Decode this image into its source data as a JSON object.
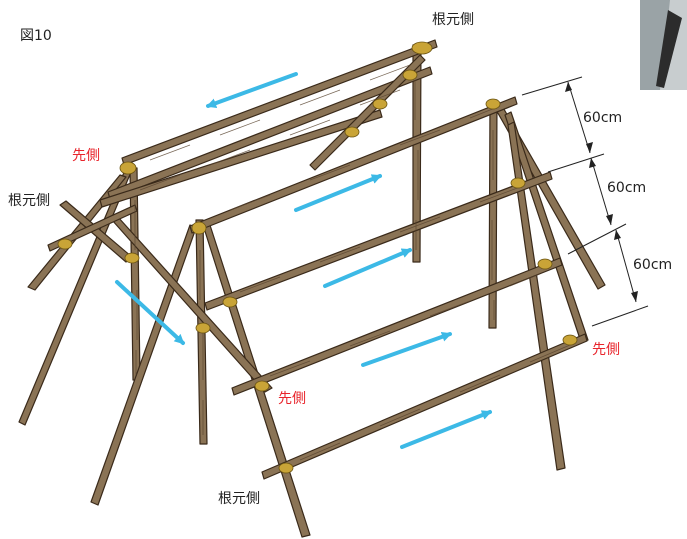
{
  "figure": {
    "title": "図10",
    "labels": {
      "root_top": "根元側",
      "root_left": "根元側",
      "root_bottom": "根元側",
      "tip_left": "先側",
      "tip_middle": "先側",
      "tip_right": "先側"
    },
    "dimensions": [
      "60cm",
      "60cm",
      "60cm"
    ],
    "colors": {
      "arrow": "#3cb9e6",
      "pole": "#8a7355",
      "tip_text": "#e8242b",
      "twine": "#c9a437"
    }
  }
}
